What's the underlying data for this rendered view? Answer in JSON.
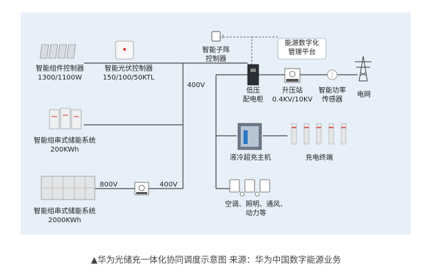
{
  "components": {
    "pv_optimizer": {
      "name": "智能组件控制器",
      "spec": "1300/1100W"
    },
    "pv_inverter": {
      "name": "智能光伏控制器",
      "spec": "150/100/50KTL"
    },
    "storage_200": {
      "name": "智能组串式储能系统",
      "spec": "200KWh"
    },
    "storage_2000": {
      "name": "智能组串式储能系统",
      "spec": "2000KWh"
    },
    "array_controller": {
      "name_line1": "智能子阵",
      "name_line2": "控制器"
    },
    "digital_platform": {
      "name_line1": "能源数字化",
      "name_line2": "管理平台"
    },
    "lv_cabinet": {
      "name_line1": "低压",
      "name_line2": "配电柜"
    },
    "step_up_station": {
      "name_line1": "升压站",
      "name_line2": "0.4KV/10KV"
    },
    "power_sensor": {
      "name_line1": "智能功率",
      "name_line2": "传感器"
    },
    "grid": {
      "name": "电网"
    },
    "charging_host": {
      "name": "液冷超充主机"
    },
    "charging_terminal": {
      "name": "充电终端"
    },
    "loads": {
      "name_line1": "空调、照明、通风、",
      "name_line2": "动力等"
    }
  },
  "voltages": {
    "bus_400_top": "400V",
    "dc_800": "800V",
    "dc_400_bottom": "400V"
  },
  "caption": "▲华为光储充一体化协同调度示意图 来源：华为中国数字能源业务",
  "colors": {
    "panel_bg": "#e7f0f9",
    "line": "#444444",
    "dash": "#666666",
    "accent_red": "#d9362c"
  }
}
